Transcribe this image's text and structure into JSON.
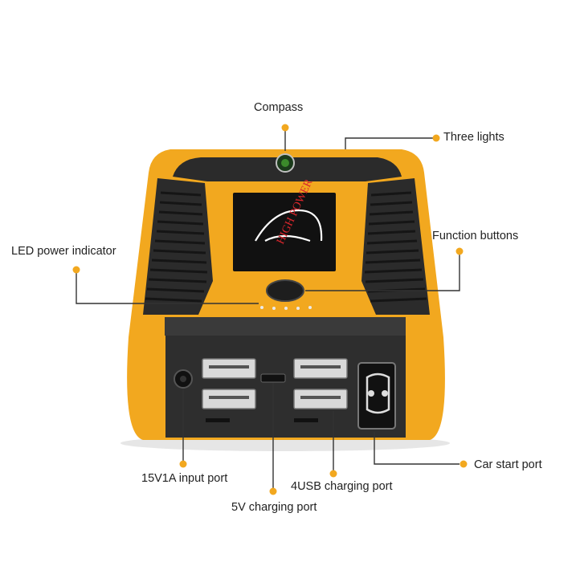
{
  "colors": {
    "body": "#f2a81f",
    "body_dark": "#c9860f",
    "rubber": "#2b2b2b",
    "leader": "#333333",
    "dot": "#f2a81f",
    "screen_red": "#d9262c"
  },
  "device": {
    "brand": "HIGH POWER"
  },
  "labels": {
    "compass": "Compass",
    "three_lights": "Three lights",
    "led_indicator": "LED power indicator",
    "function_buttons": "Function buttons",
    "input_port": "15V1A input port",
    "usb_port": "4USB charging port",
    "car_start": "Car start port",
    "v5_port": "5V charging port"
  }
}
